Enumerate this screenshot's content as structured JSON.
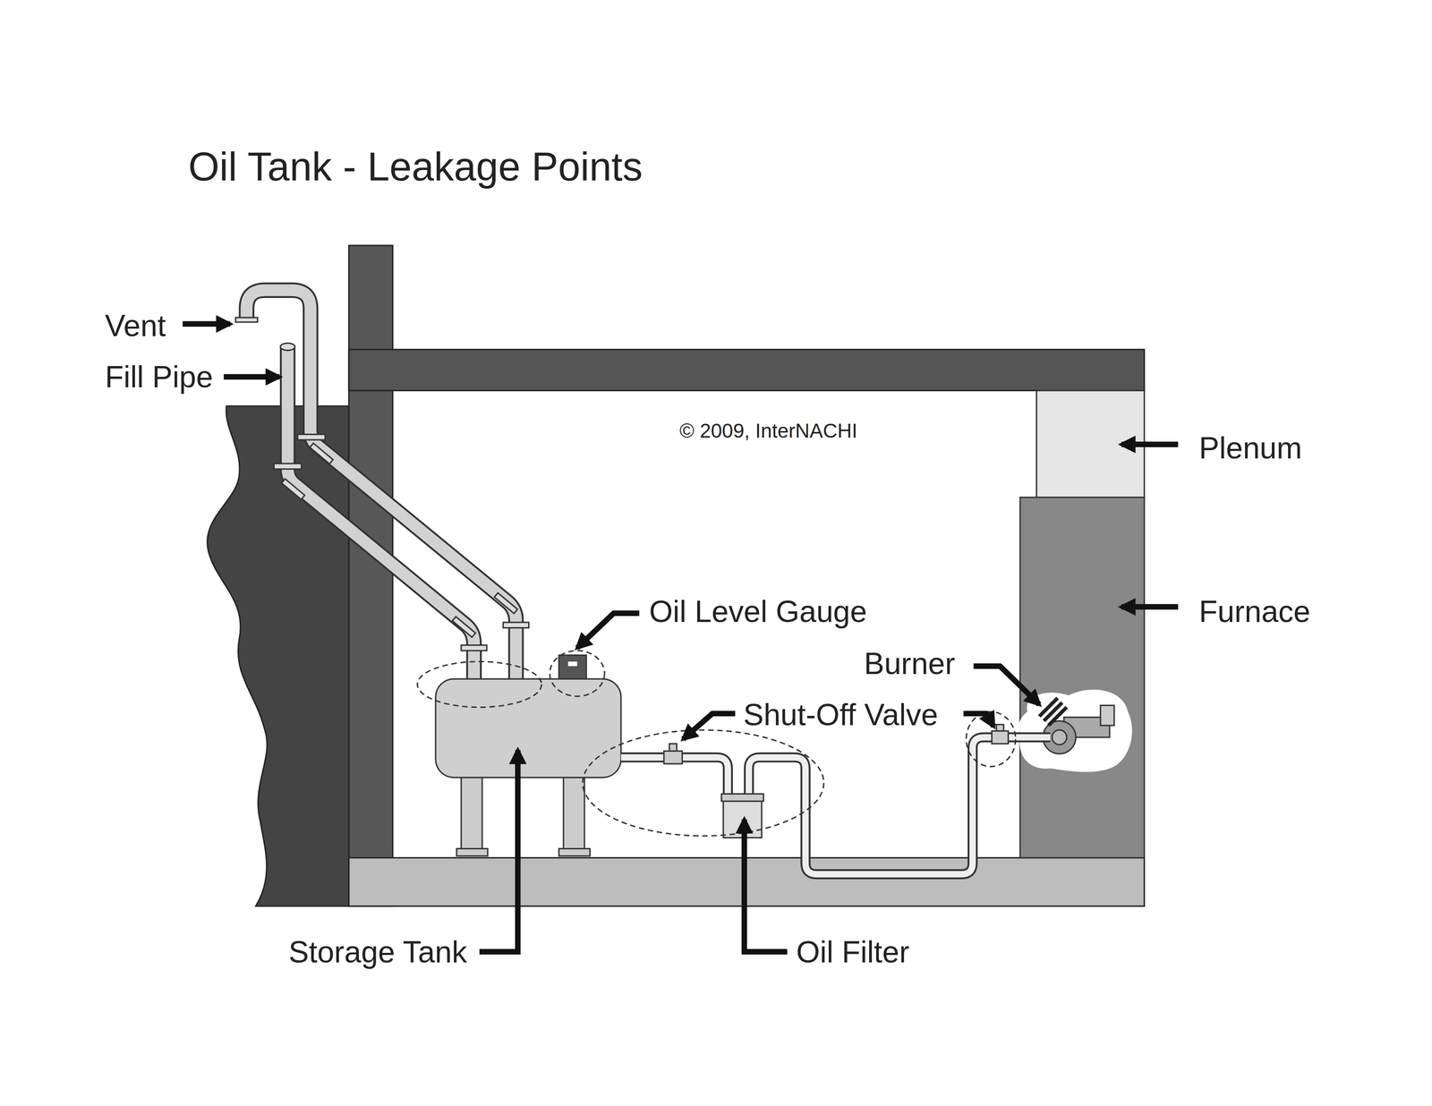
{
  "diagram": {
    "title": "Oil Tank - Leakage Points",
    "labels": [
      "Vent",
      "Fill Pipe",
      "© 2009, InterNACHI",
      "Plenum",
      "Furnace",
      "Oil Level Gauge",
      "Burner",
      "Shut-Off Valve",
      "Storage Tank",
      "Oil Filter"
    ]
  }
}
